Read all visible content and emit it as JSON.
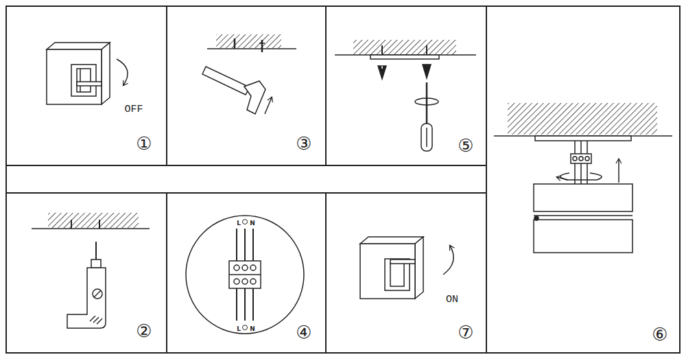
{
  "diagram": {
    "nodes": [
      {
        "text": [
          "OFF",
          "①"
        ]
      },
      {
        "text": [
          "③"
        ]
      },
      {
        "text": [
          "⑤"
        ]
      },
      {
        "text": [
          "⑥"
        ]
      },
      {
        "text": [
          "②"
        ]
      },
      {
        "text": [
          "④"
        ]
      },
      {
        "text": [
          "L",
          "N",
          "L",
          "N"
        ],
        "in": 5
      },
      {
        "text": [
          "ON",
          "⑦"
        ]
      }
    ]
  }
}
